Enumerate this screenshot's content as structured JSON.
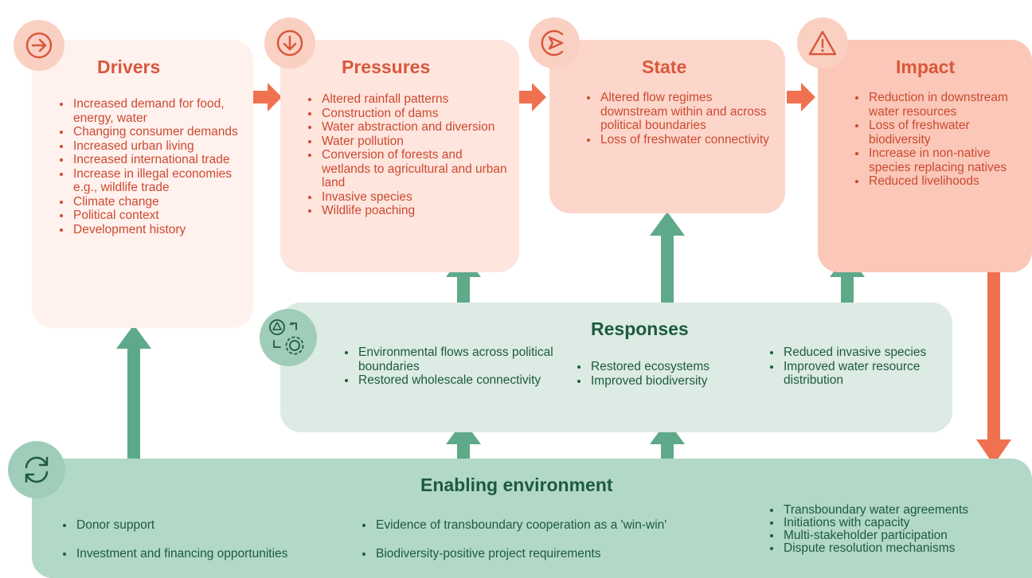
{
  "drivers": {
    "title": "Drivers",
    "items": [
      "Increased demand for food, energy, water",
      "Changing consumer demands",
      "Increased urban living",
      "Increased international trade",
      "Increase in illegal economies e.g., wildlife trade",
      "Climate change",
      "Political context",
      "Development history"
    ]
  },
  "pressures": {
    "title": "Pressures",
    "items": [
      "Altered rainfall patterns",
      "Construction of dams",
      "Water abstraction and diversion",
      "Water pollution",
      "Conversion of forests and wetlands to agricultural and urban land",
      "Invasive species",
      "Wildlife poaching"
    ]
  },
  "state": {
    "title": "State",
    "items": [
      "Altered flow regimes downstream within and across political boundaries",
      "Loss of freshwater connectivity"
    ]
  },
  "impact": {
    "title": "Impact",
    "items": [
      "Reduction in downstream water resources",
      "Loss of freshwater biodiversity",
      "Increase in non-native species replacing natives",
      "Reduced livelihoods"
    ]
  },
  "responses": {
    "title": "Responses",
    "col1": [
      "Environmental flows across political boundaries",
      "Restored wholescale connectivity"
    ],
    "col2": [
      "Restored ecosystems",
      "Improved biodiversity"
    ],
    "col3": [
      "Reduced invasive species",
      "Improved water resource distribution"
    ]
  },
  "enabling": {
    "title": "Enabling environment",
    "col1": [
      "Donor support",
      "Investment and financing opportunities"
    ],
    "col2": [
      "Evidence of transboundary cooperation as a 'win-win'",
      "Biodiversity-positive project requirements"
    ],
    "col3": [
      "Transboundary water agreements",
      "Initiations with capacity",
      "Multi-stakeholder participation",
      "Dispute resolution mechanisms"
    ]
  },
  "colors": {
    "red_arrow": "#f0714f",
    "green_arrow": "#5ea98a",
    "red_text": "#cc4a30",
    "green_text": "#1d5a41"
  },
  "icons": [
    "arrow-right-circle-icon",
    "arrow-down-circle-icon",
    "play-circle-icon",
    "warning-triangle-icon",
    "response-gear-icon",
    "refresh-cycle-icon"
  ]
}
